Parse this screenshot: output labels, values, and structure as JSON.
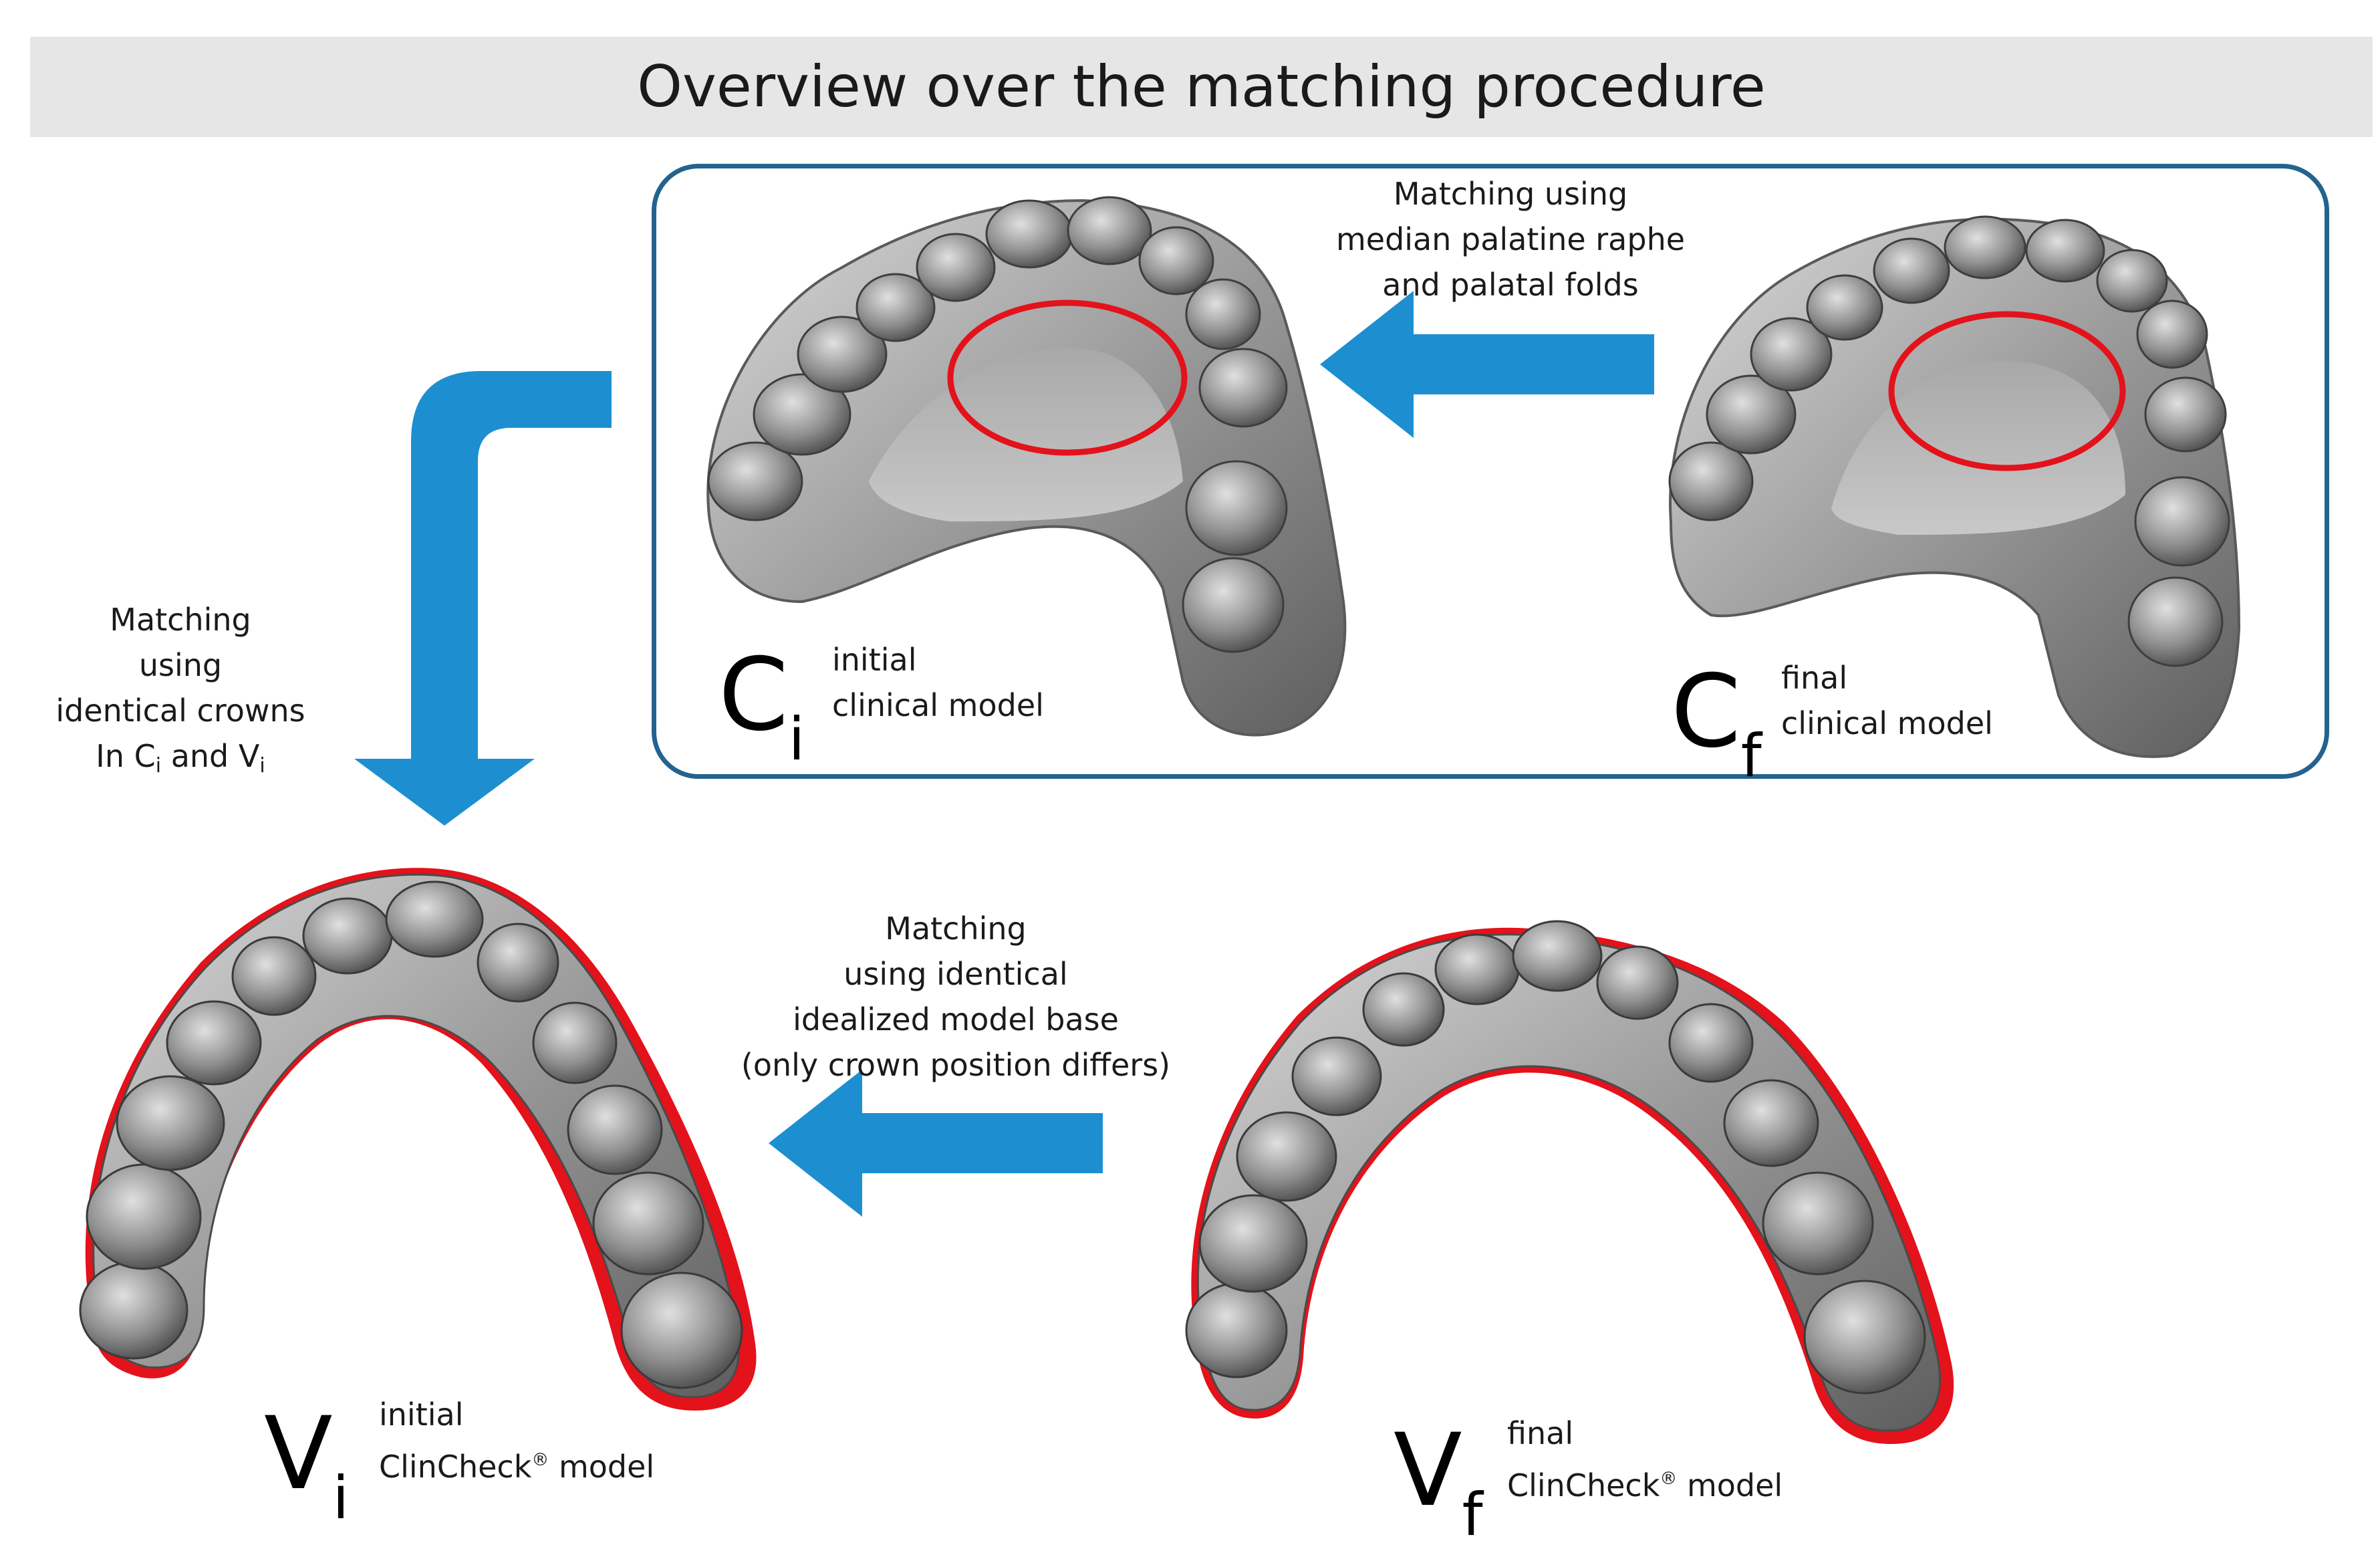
{
  "title": "Overview over the matching procedure",
  "clinical_step": {
    "caption_lines": [
      "Matching using",
      "median palatine raphe",
      "and palatal folds"
    ]
  },
  "transfer_step": {
    "caption_lines": [
      "Matching",
      "using",
      "identical crowns"
    ],
    "caption_last_prefix": "In C",
    "caption_last_sub1": "i",
    "caption_last_mid": " and V",
    "caption_last_sub2": "i"
  },
  "virtual_step": {
    "caption_lines": [
      "Matching",
      "using identical",
      "idealized model base",
      "(only crown position differs)"
    ]
  },
  "models": {
    "ci": {
      "letter": "C",
      "sub": "i",
      "line1": "initial",
      "line2": "clinical model"
    },
    "cf": {
      "letter": "C",
      "sub": "f",
      "line1": "final",
      "line2": "clinical model"
    },
    "vi": {
      "letter": "V",
      "sub": "i",
      "line1": "initial",
      "line2_prefix": "ClinCheck",
      "line2_mark": "®",
      "line2_suffix": " model"
    },
    "vf": {
      "letter": "V",
      "sub": "f",
      "line1": "final",
      "line2_prefix": "ClinCheck",
      "line2_mark": "®",
      "line2_suffix": " model"
    }
  },
  "colors": {
    "arrow": "#1d8fd1",
    "frame": "#24628f",
    "highlight": "#e3121b",
    "model_gray": "#8c8c8c",
    "title_bg": "#e6e6e6"
  }
}
